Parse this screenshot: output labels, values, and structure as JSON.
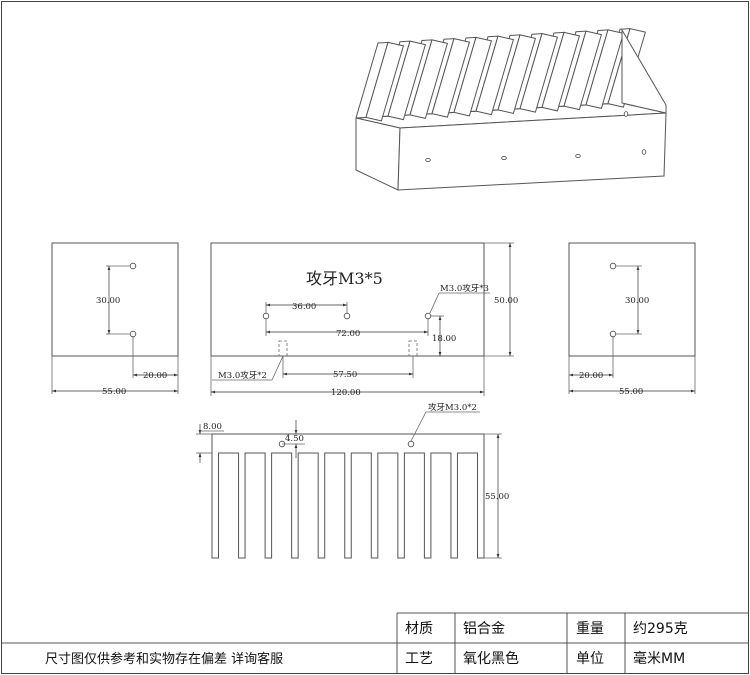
{
  "iso_view": {},
  "left_view": {
    "dim_hole_spacing": "30.00",
    "dim_hole_offset": "20.00",
    "dim_width": "55.00"
  },
  "front_view": {
    "title": "攻牙M3*5",
    "dim_holes_a": "36.00",
    "dim_holes_b": "72.00",
    "dim_right_hole": "18.00",
    "dim_height": "50.00",
    "dim_length": "120.00",
    "dim_slots": "57.50",
    "note_m3_3": "M3.0攻牙*3",
    "note_m3_2": "M3.0攻牙*2"
  },
  "right_view": {
    "dim_hole_spacing": "30.00",
    "dim_hole_offset": "20.00",
    "dim_width": "55.00"
  },
  "bottom_view": {
    "dim_base": "8.00",
    "dim_hole": "4.50",
    "dim_height": "55.00",
    "note_tap": "攻牙M3.0*2"
  },
  "title_block": {
    "note": "尺寸图仅供参考和实物存在偏差 详询客服",
    "material_label": "材质",
    "material_value": "铝合金",
    "weight_label": "重量",
    "weight_value": "约295克",
    "process_label": "工艺",
    "process_value": "氧化黑色",
    "unit_label": "单位",
    "unit_value": "毫米MM"
  }
}
